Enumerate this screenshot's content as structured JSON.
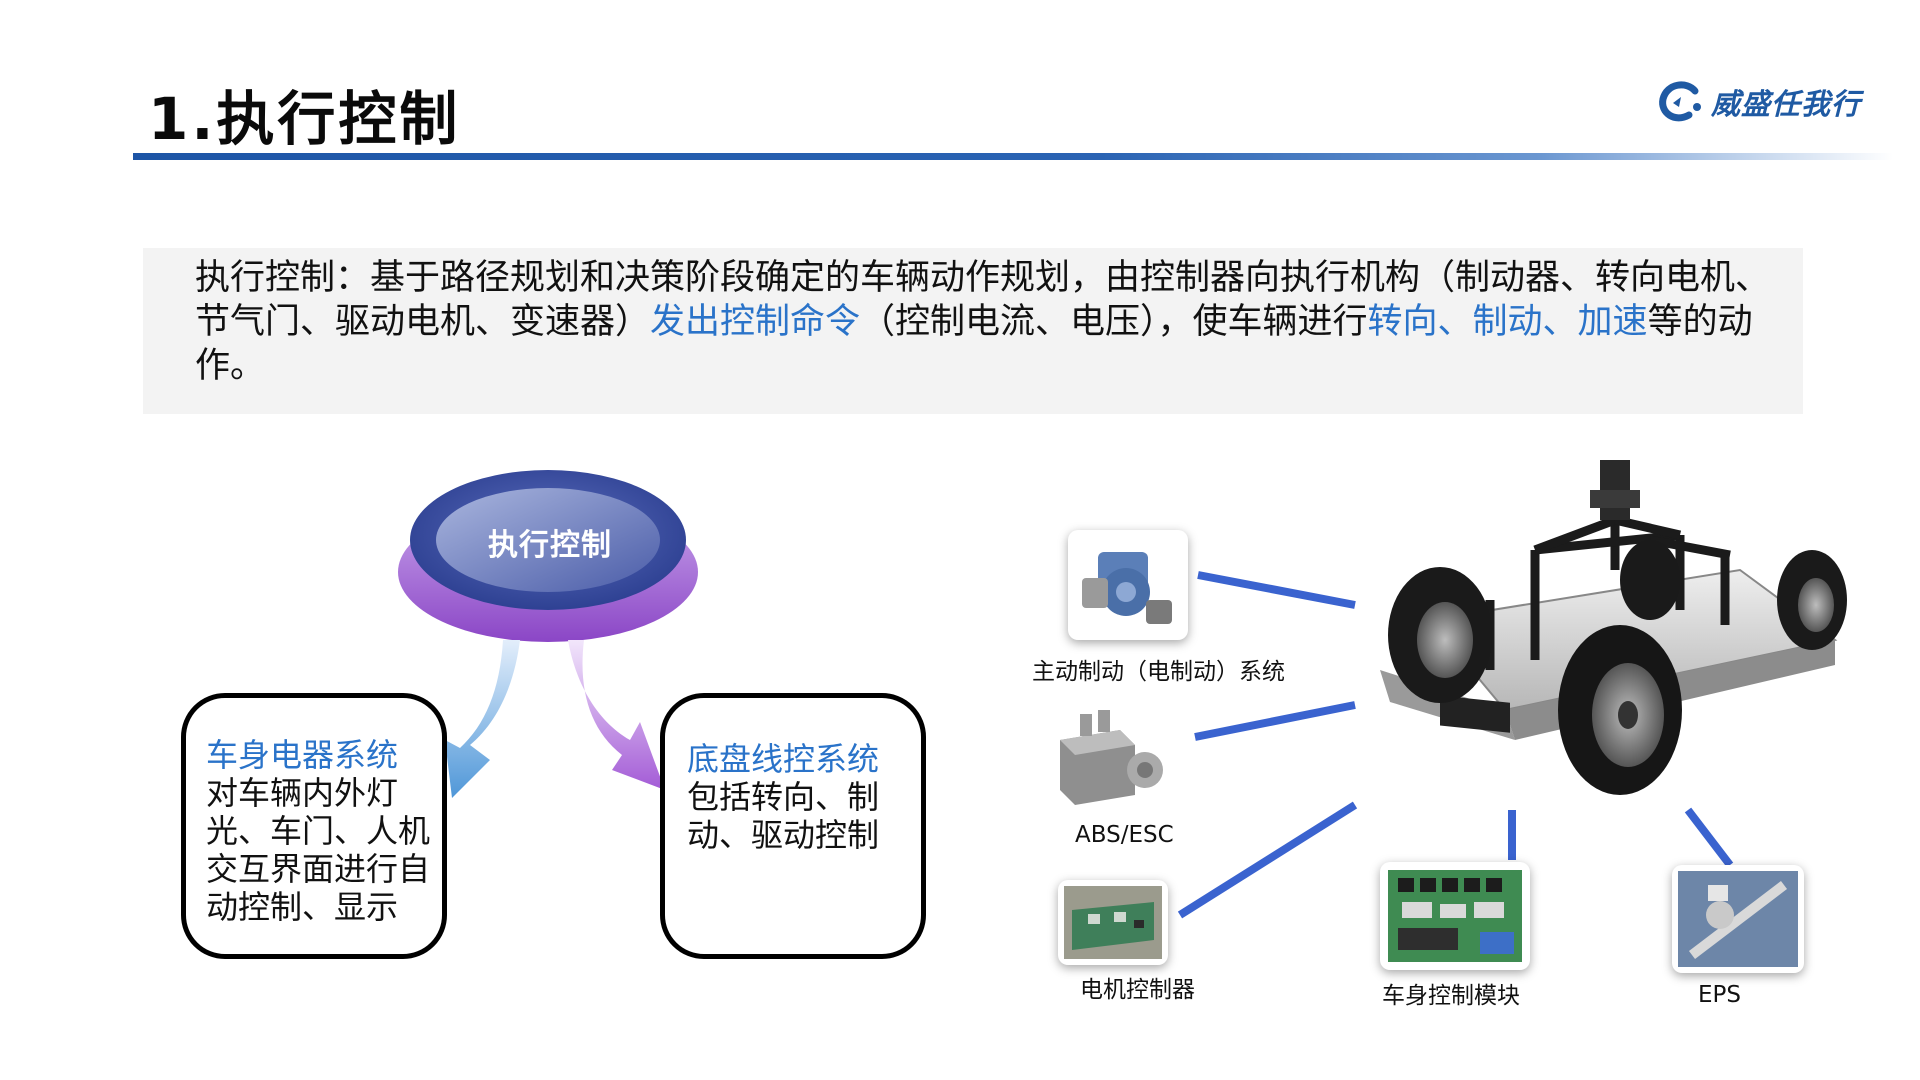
{
  "header": {
    "title": "1.执行控制",
    "logo_text": "威盛任我行"
  },
  "intro": {
    "p1": "执行控制：基于路径规划和决策阶段确定的车辆动作规划，由控制器向执行机构（制动器、转向电机、节气门、驱动电机、变速器）",
    "hl1": "发出控制命令",
    "p2": "（控制电流、电压），使车辆进行",
    "hl2": "转向、制动、加速",
    "p3": "等的动作。"
  },
  "diagram": {
    "center_label": "执行控制",
    "left_box": {
      "title": "车身电器系统",
      "body": "对车辆内外灯光、车门、人机交互界面进行自动控制、显示"
    },
    "right_box": {
      "title": "底盘线控系统",
      "body": "包括转向、制动、驱动控制"
    }
  },
  "components": {
    "brake": "主动制动（电制动）系统",
    "abs": "ABS/ESC",
    "motor": "电机控制器",
    "body_ctrl": "车身控制模块",
    "eps": "EPS"
  },
  "colors": {
    "accent_blue": "#2a73c9",
    "title_bar": "#1d55a6",
    "connector": "#3a63cf"
  }
}
